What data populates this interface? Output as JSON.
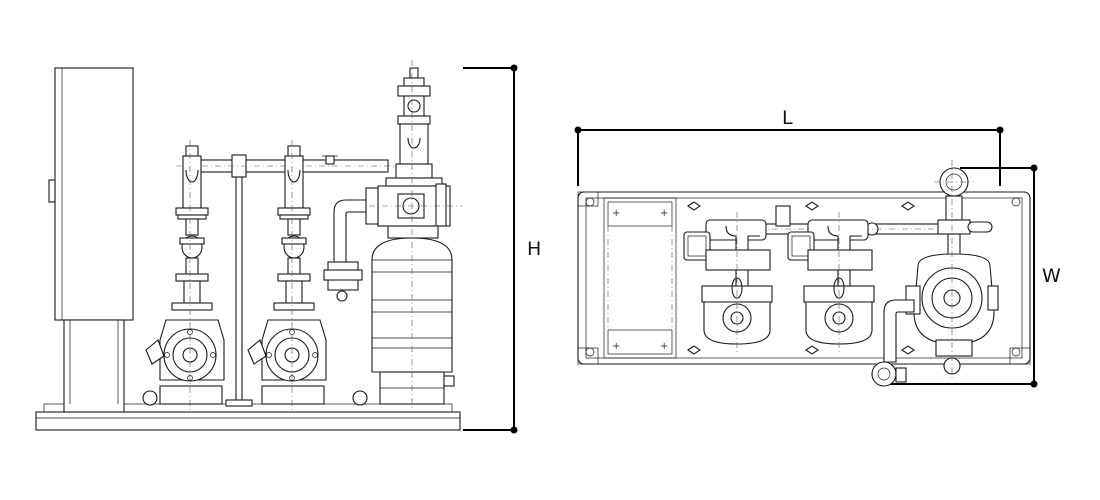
{
  "dimensions": {
    "height_label": "H",
    "length_label": "L",
    "width_label": "W"
  }
}
